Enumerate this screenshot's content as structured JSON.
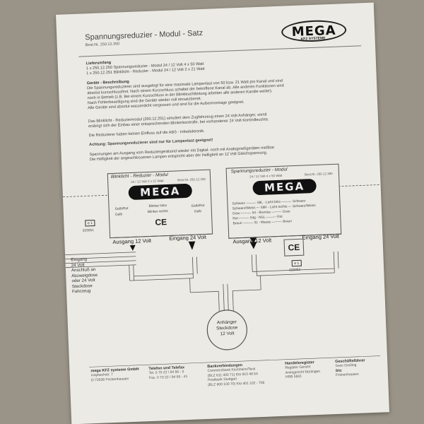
{
  "header": {
    "title": "Spannungsreduzier - Modul - Satz",
    "order_no": "Best.Nr. 250.12.350",
    "logo": "MEGA",
    "logo_sub": "KFZ SYSTEME"
  },
  "body_text": {
    "lieferumfang_head": "Lieferumfang",
    "lieferumfang_1": "1 x 250.12.250 Spannungsreduzier - Modul 24 / 12 Volt 4 x 50 Watt",
    "lieferumfang_2": "1 x 250.12.251 Blinklicht - Reduzier - Modul 24 / 12 Volt 2 x 21 Watt",
    "geraete_head": "Geräte - Beschreibung",
    "geraete_1": "Die Spannungsreduzierer sind ausgelegt für eine maximale Lampenlast von 50 bzw. 21 Watt pro Kanal und sind",
    "geraete_2": "absolut kurzschlussfest. Nach einem Kurzschluss schaltet der betroffene Kanal ab. Alle anderen Funktionen sind",
    "geraete_3": "noch in Betrieb (z.B. Bei einem Kurzschluss in der Blinkleuchtleitung arbeiten alle anderen Kanäle weiter).",
    "geraete_4": "Nach Fehlerbeseitigung sind die Geräte wieder voll einsatzbereit.",
    "geraete_5": "Alle Geräte sind absolut wasserdicht vergossen und sind für die Außenmontage geeignet.",
    "blink_1": "Das Blinklicht - Reduziermodul (250.12.251) simuliert dem Zugfahrzeug einen 24 Volt Anhänger, somit",
    "blink_2": "erübrigt sich der Einbau einer entsprechenden Blinkerkontrolle, bei vorhandener 24 Volt Kontrolleuchte.",
    "abs": "Die Reduzierer haben keinen Einfluss auf die ABS - Infoelektronik.",
    "achtung": "Achtung: Spannungsreduzierer sind nur für Lampenlast geeignet!",
    "mess_1": "Spannungen am Ausgang vom Reduziergerätsind wieder mit Digital- noch mit Analogmeßgeräten meßbar",
    "mess_2": "Die Helligkeit der angeschlossenen Lampen entspricht aber der Helligkeit an 12 Volt Gleichspannung."
  },
  "module_left": {
    "title": "Blinklicht - Reduzier - Modul",
    "sub": "24 / 12 Volt 2 x 21 Watt",
    "order": "Best.Nr. 250.12.250",
    "badge": "MEGA",
    "wire_1a": "Gelb/Rot",
    "wire_1b": "Blinker links",
    "wire_1c": "Gelb/Rot",
    "wire_2a": "Gelb",
    "wire_2b": "Blinker rechts",
    "wire_2c": "Gelb",
    "ce": "CE",
    "out_label": "Ausgang 12 Volt",
    "in_label": "Eingang 24 Volt",
    "fuse": "e 1",
    "fuse_no": "023051"
  },
  "module_right": {
    "title": "Spannungsreduzier - Modul",
    "sub": "24 / 12 Volt 4 x 50 Watt",
    "order": "Best.Nr. 250.12.380",
    "badge": "MEGA",
    "wires": [
      "Schwarz ——— 58L - Licht links ——— Schwarz",
      "Schwarz/Weiss — 58R - Licht rechts — Schwarz/Weiss",
      "Grau ——— 54 - Bremse ——— Grau",
      "Rot ——— 54g - NSL ——— Rot",
      "Braun ——— 31 - Masse ——— Braun"
    ],
    "ce": "CE",
    "out_label": "Ausgang 12 Volt",
    "in_label": "Eingang 24 Volt",
    "fuse": "e 1",
    "fuse_no": "023052"
  },
  "input_note": {
    "l1": "Eingang",
    "l2": "24 Volt",
    "l3": "Anschluß an",
    "l4": "Abzweigdose",
    "l5": "oder 24 Volt",
    "l6": "Steckdose",
    "l7": "Fahrzeug"
  },
  "socket": {
    "l1": "Anhänger",
    "l2": "Steckdose",
    "l3": "12 Volt"
  },
  "footer": {
    "col1_head": "mega KFZ systeme GmbH",
    "col1_l1": "maybachstr. 7",
    "col1_l2": "D-72636 Frickenhausen",
    "col2_head": "Telefon und Telefax",
    "col2_l1": "Tel. 0 70 22 / 94 66 - 0",
    "col2_l2": "Fax. 0 70 22 / 94 66 - 41",
    "col3_head": "Bankverbindungen",
    "col3_l1": "Commerzbank Kirchheim/Teck",
    "col3_l2": "(BLZ 611 400 71) Kto 910 48 54",
    "col3_l3": "Postbank Stuttgart",
    "col3_l4": "(BLZ 600 100 70) Kto 401 102 - 706",
    "col4_head": "Handelsregister",
    "col4_l1": "Register Gericht",
    "col4_l2": "Amtsgericht Nürtingen",
    "col4_l3": "HRB 5501",
    "col5_head": "Geschäftsführer",
    "col5_l1": "Sven Greiling",
    "col5_l2": "Sitz",
    "col5_l3": "Frickenhausen"
  }
}
